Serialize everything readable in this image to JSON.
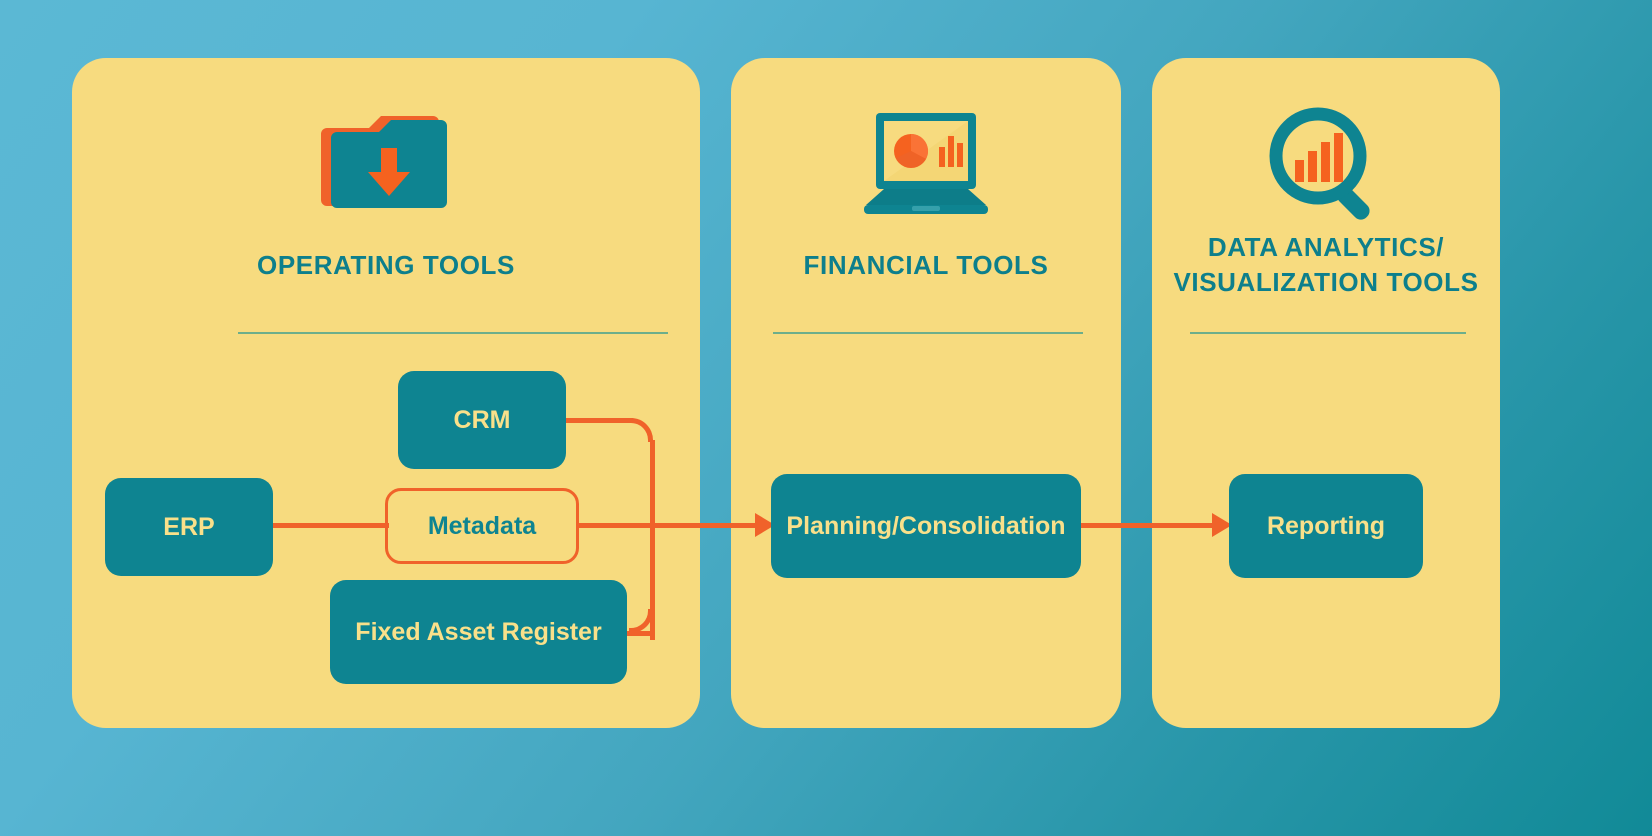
{
  "theme": {
    "background_gradient_from": "#5bb8d4",
    "background_gradient_to": "#118a97",
    "panel_color": "#f7db7f",
    "node_fill": "#0e8491",
    "node_text": "#f9e08a",
    "accent_orange": "#f0622a",
    "heading_teal": "#0d7f8c",
    "rule_color": "#3f9f8f"
  },
  "panels": [
    {
      "id": "operating",
      "title": "OPERATING TOOLS",
      "icon": "folder-download-icon"
    },
    {
      "id": "financial",
      "title": "FINANCIAL TOOLS",
      "icon": "laptop-charts-icon"
    },
    {
      "id": "analytics",
      "title_line1": "DATA ANALYTICS/",
      "title_line2": "VISUALIZATION TOOLS",
      "icon": "magnifier-bar-chart-icon"
    }
  ],
  "nodes": {
    "erp": {
      "label": "ERP",
      "panel": "operating",
      "style": "filled"
    },
    "crm": {
      "label": "CRM",
      "panel": "operating",
      "style": "filled"
    },
    "metadata": {
      "label": "Metadata",
      "panel": "operating",
      "style": "outline"
    },
    "fixed_asset_register": {
      "label": "Fixed Asset Register",
      "panel": "operating",
      "style": "filled"
    },
    "planning": {
      "label": "Planning/Consolidation",
      "panel": "financial",
      "style": "filled"
    },
    "reporting": {
      "label": "Reporting",
      "panel": "analytics",
      "style": "filled"
    }
  },
  "connections": [
    {
      "from": "erp",
      "to": "metadata",
      "arrow": false
    },
    {
      "from": "crm",
      "to": "metadata-trunk",
      "arrow": false
    },
    {
      "from": "fixed_asset_register",
      "to": "metadata-trunk",
      "arrow": false
    },
    {
      "from": "metadata",
      "to": "planning",
      "arrow": true
    },
    {
      "from": "planning",
      "to": "reporting",
      "arrow": true
    }
  ],
  "icons": {
    "folder": {
      "name": "folder-download-icon",
      "body": "#0e8491",
      "accent": "#f0622a"
    },
    "laptop": {
      "name": "laptop-charts-icon",
      "body": "#0e8491",
      "accent": "#f0622a"
    },
    "magnifier": {
      "name": "magnifier-bar-chart-icon",
      "body": "#0e8491",
      "accent": "#f0622a",
      "bars": 4
    }
  }
}
